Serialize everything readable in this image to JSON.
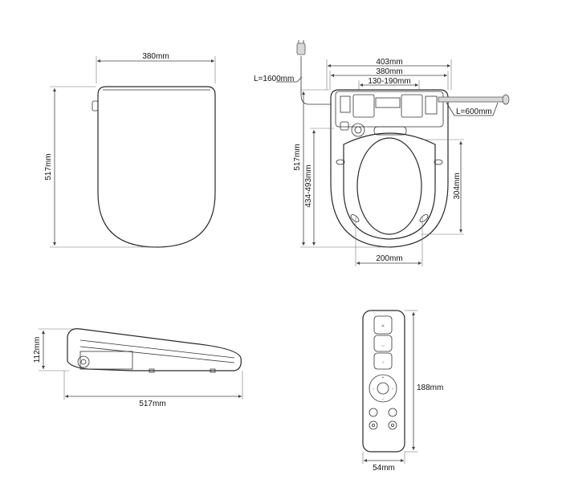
{
  "top_view": {
    "width_label": "380mm",
    "length_label": "517mm"
  },
  "install_view": {
    "overall_width_label": "403mm",
    "seat_width_label": "380mm",
    "mount_range_label": "130-190mm",
    "cord_label": "L=1600mm",
    "hose_label": "L=600mm",
    "length_label": "517mm",
    "mount_distance_label": "434-493mm",
    "opening_length_label": "304mm",
    "opening_width_label": "200mm"
  },
  "side_view": {
    "height_label": "112mm",
    "length_label": "517mm"
  },
  "remote": {
    "height_label": "188mm",
    "width_label": "54mm"
  }
}
